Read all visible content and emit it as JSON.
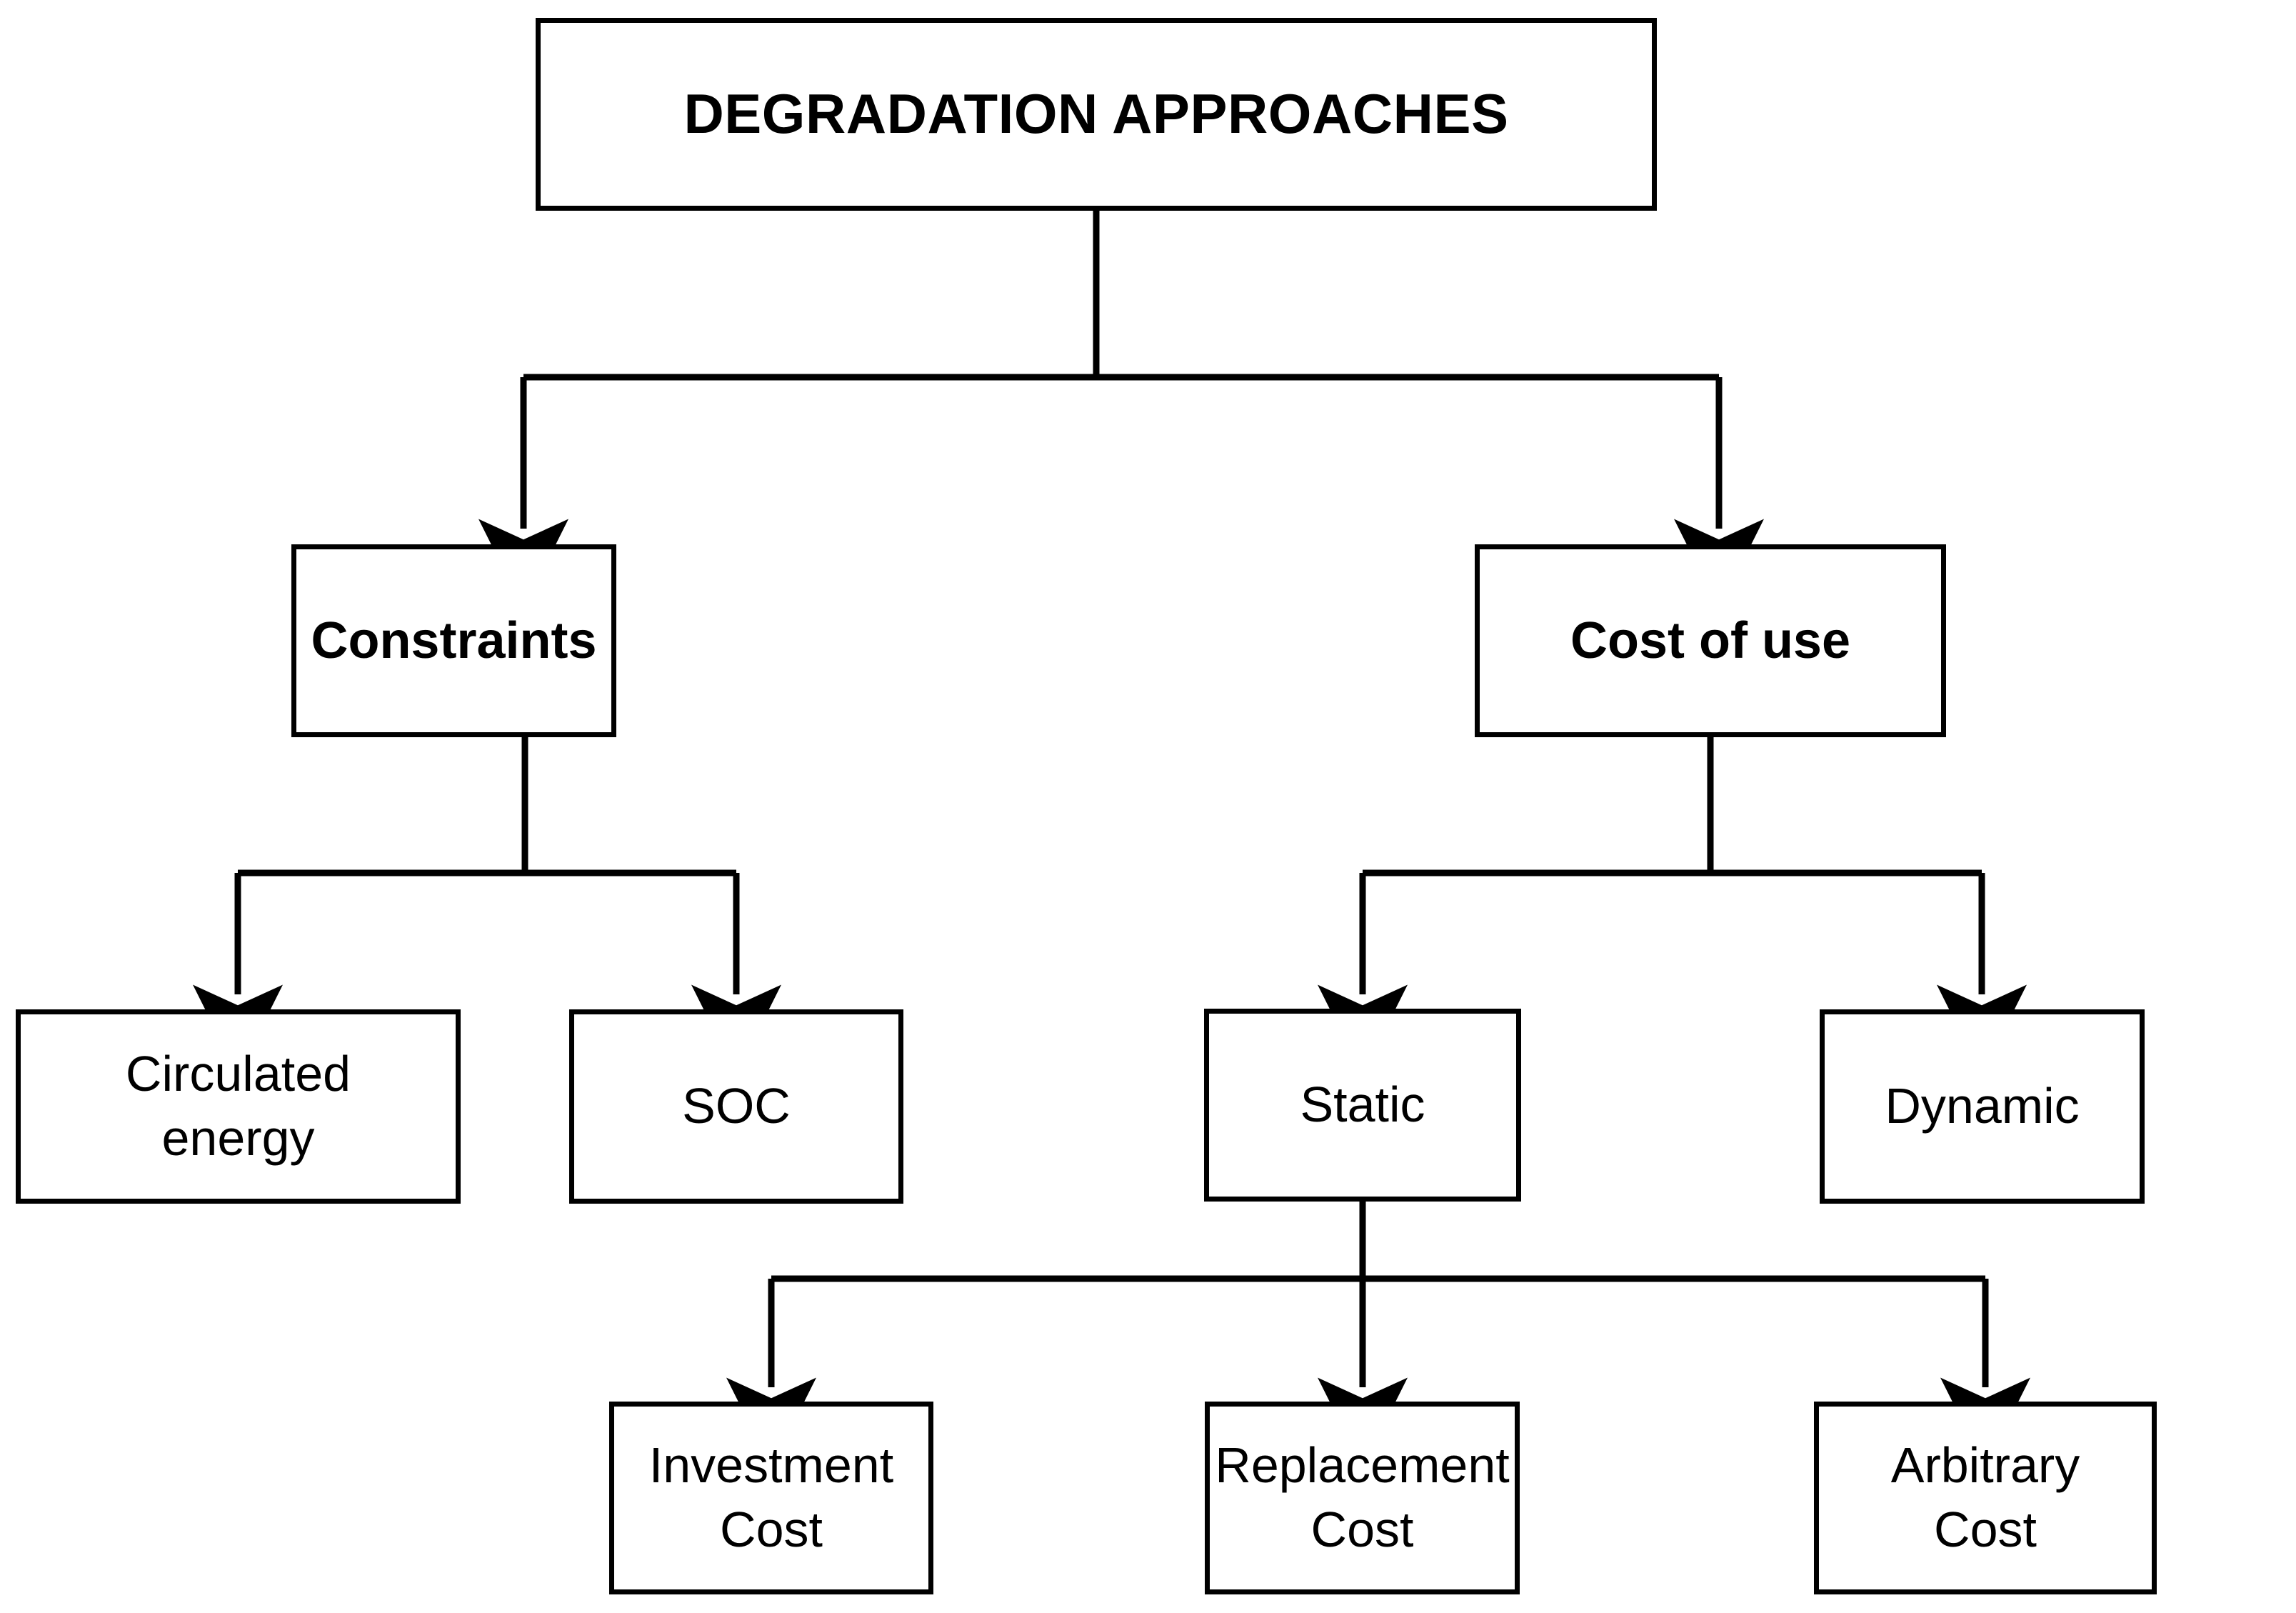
{
  "diagram": {
    "title": "DEGRADATION APPROACHES",
    "type": "hierarchy-flowchart",
    "stroke_color": "#000000",
    "fill_color": "#ffffff",
    "nodes": [
      {
        "id": "root",
        "label": "DEGRADATION APPROACHES",
        "level": 0
      },
      {
        "id": "constraints",
        "label": "Constraints",
        "level": 1
      },
      {
        "id": "cost_of_use",
        "label": "Cost of use",
        "level": 1
      },
      {
        "id": "circulated",
        "label": "Circulated\nenergy",
        "level": 2
      },
      {
        "id": "soc",
        "label": "SOC",
        "level": 2
      },
      {
        "id": "static",
        "label": "Static",
        "level": 2
      },
      {
        "id": "dynamic",
        "label": "Dynamic",
        "level": 2
      },
      {
        "id": "investment_cost",
        "label": "Investment\nCost",
        "level": 3
      },
      {
        "id": "replacement_cost",
        "label": "Replacement\nCost",
        "level": 3
      },
      {
        "id": "arbitrary_cost",
        "label": "Arbitrary\nCost",
        "level": 3
      }
    ],
    "edges": [
      {
        "from": "root",
        "to": "constraints"
      },
      {
        "from": "root",
        "to": "cost_of_use"
      },
      {
        "from": "constraints",
        "to": "circulated"
      },
      {
        "from": "constraints",
        "to": "soc"
      },
      {
        "from": "cost_of_use",
        "to": "static"
      },
      {
        "from": "cost_of_use",
        "to": "dynamic"
      },
      {
        "from": "static",
        "to": "investment_cost"
      },
      {
        "from": "static",
        "to": "replacement_cost"
      },
      {
        "from": "static",
        "to": "arbitrary_cost"
      }
    ]
  }
}
